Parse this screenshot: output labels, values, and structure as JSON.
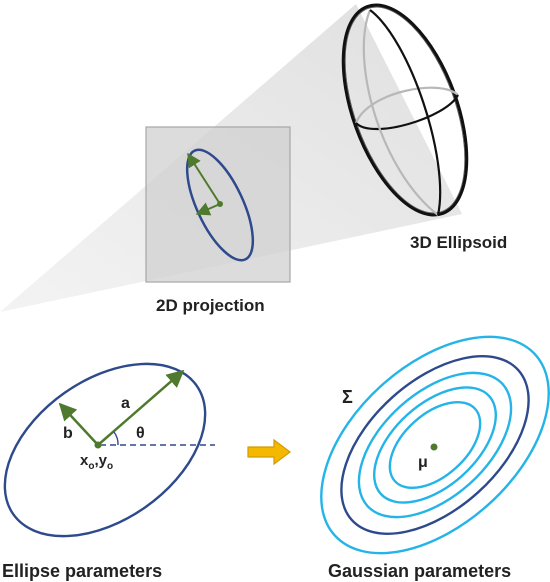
{
  "labels": {
    "ellipsoid_3d": "3D Ellipsoid",
    "projection_2d": "2D projection",
    "ellipse_parameters": "Ellipse parameters",
    "gaussian_parameters": "Gaussian parameters",
    "semi_major": "a",
    "semi_minor": "b",
    "angle": "θ",
    "center_x": "x",
    "center_x_sub": "o",
    "center_sep": ",",
    "center_y": "y",
    "center_y_sub": "o",
    "covariance": "Σ",
    "mean": "μ"
  },
  "colors": {
    "ellipse_blue": "#2e4a8c",
    "vector_green": "#4f7a2e",
    "center_green": "#4f7a2e",
    "contour_cyan": "#24b4e8",
    "contour_dark": "#2e4a8c",
    "arrow_fill": "#f5b800",
    "arrow_stroke": "#d49a00",
    "dashed_line": "#2e4a8c",
    "projection_box": "#d4d4d4",
    "beam_gray": "#e6e6e6",
    "ellipsoid_black": "#111111",
    "ellipsoid_gray": "#b0b0b0"
  },
  "icons": {
    "transform_arrow": "right-arrow-icon"
  }
}
